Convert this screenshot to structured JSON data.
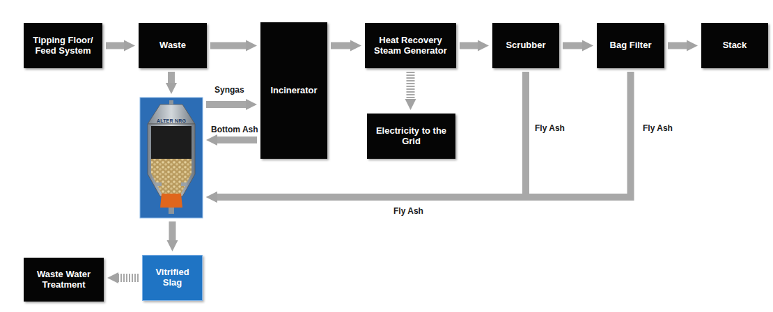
{
  "diagram": {
    "nodes": [
      {
        "text": [
          "Tipping Floor/ Feed System"
        ]
      },
      {
        "text": [
          "Waste"
        ]
      },
      {
        "text": [
          "Incinerator"
        ]
      },
      {
        "text": [
          "Heat Recovery Steam Generator"
        ]
      },
      {
        "text": [
          "Scrubber"
        ]
      },
      {
        "text": [
          "Bag Filter"
        ]
      },
      {
        "text": [
          "Stack"
        ]
      },
      {
        "text": [
          "Electricity to the Grid"
        ]
      },
      {
        "text": [
          "ALTER NRG"
        ]
      },
      {
        "text": [
          "Vitrified Slag"
        ]
      },
      {
        "text": [
          "Waste Water Treatment"
        ]
      }
    ],
    "edges": [
      {
        "from": 0,
        "to": 1,
        "arrow": "to"
      },
      {
        "from": 1,
        "to": 2,
        "arrow": "to"
      },
      {
        "from": 2,
        "to": 3,
        "arrow": "to"
      },
      {
        "from": 3,
        "to": 4,
        "arrow": "to"
      },
      {
        "from": 4,
        "to": 5,
        "arrow": "to"
      },
      {
        "from": 5,
        "to": 6,
        "arrow": "to"
      },
      {
        "from": 3,
        "to": 7,
        "arrow": "to"
      },
      {
        "from": 1,
        "to": 8,
        "arrow": "to"
      },
      {
        "from": 8,
        "to": 2,
        "label": "Syngas",
        "arrow": "to"
      },
      {
        "from": 2,
        "to": 8,
        "label": "Bottom Ash",
        "arrow": "to"
      },
      {
        "from": 4,
        "to": 8,
        "label": "Fly Ash",
        "arrow": "to"
      },
      {
        "from": 5,
        "to": 8,
        "label": "Fly Ash",
        "arrow": "to"
      },
      {
        "from": 8,
        "to": 9,
        "arrow": "to"
      },
      {
        "from": 9,
        "to": 10,
        "arrow": "to"
      }
    ],
    "labels": [
      "Fly Ash"
    ]
  }
}
